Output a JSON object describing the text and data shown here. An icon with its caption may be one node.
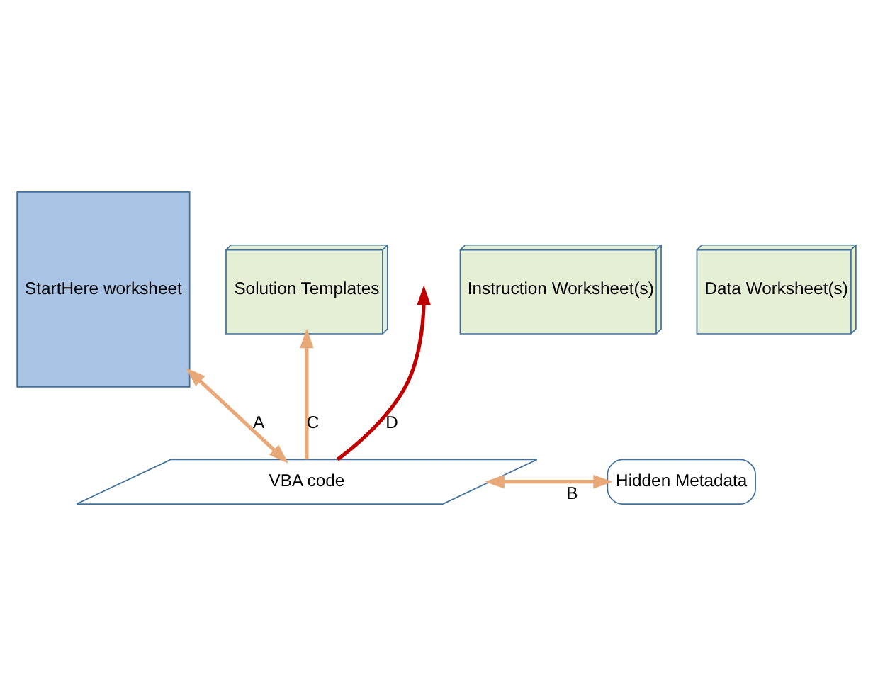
{
  "diagram": {
    "nodes": [
      {
        "text": [
          "StartHere worksheet"
        ]
      },
      {
        "text": [
          "Instruction Worksheet(s)"
        ]
      },
      {
        "text": [
          "Solution Templates"
        ]
      },
      {
        "text": [
          "Data Worksheet(s)"
        ]
      },
      {
        "text": [
          "VBA code"
        ]
      },
      {
        "text": [
          "Hidden Metadata"
        ]
      }
    ],
    "edges": [
      {
        "from": 0,
        "to": 4,
        "arrow": "both",
        "label": "A"
      },
      {
        "from": 4,
        "to": 2,
        "arrow": "to",
        "label": "C"
      },
      {
        "from": 4,
        "to": null,
        "arrow": "to",
        "label": "D",
        "color": "#c00000"
      },
      {
        "from": 4,
        "to": 5,
        "arrow": "both",
        "label": "B"
      }
    ]
  }
}
